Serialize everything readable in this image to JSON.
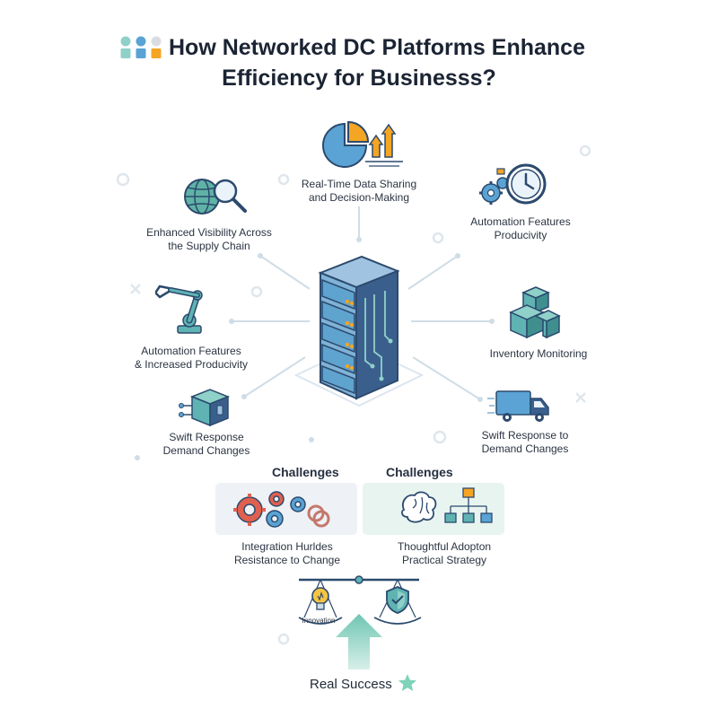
{
  "title": {
    "line1": "How Networked DC Platforms Enhance",
    "line2": "Efficiency for Businesss?"
  },
  "nodes": {
    "top_center": {
      "line1": "Real-Time Data Sharing",
      "line2": "and Decision-Making",
      "icon": "pie-chart-growth-icon"
    },
    "top_left": {
      "line1": "Enhanced Visibility Across",
      "line2": "the Supply Chain",
      "icon": "globe-magnifier-icon"
    },
    "top_right": {
      "line1": "Automation Features",
      "line2": "Producivity",
      "icon": "gears-clock-icon"
    },
    "mid_left": {
      "line1": "Automation Features",
      "line2": "& Increased Producivity",
      "icon": "robot-arm-icon"
    },
    "mid_right": {
      "line1": "Inventory Monitoring",
      "icon": "stacked-boxes-icon"
    },
    "low_left": {
      "line1": "Swift Response",
      "line2": "Demand Changes",
      "icon": "package-network-icon"
    },
    "low_right": {
      "line1": "Swift Response to",
      "line2": "Demand Changes",
      "icon": "delivery-truck-icon"
    }
  },
  "challenges": {
    "left": {
      "heading": "Challenges",
      "line1": "Integration Hurldes",
      "line2": "Resistance to Change",
      "icon": "gears-icon"
    },
    "right": {
      "heading": "Challenges",
      "line1": "Thoughtful Adopton",
      "line2": "Practical Strategy",
      "icon": "brain-org-chart-icon"
    }
  },
  "balance": {
    "innovation_label": "Innovation",
    "left_icon": "lightbulb-icon",
    "right_icon": "shield-check-icon"
  },
  "footer": {
    "label": "Real Success",
    "icon": "star-icon"
  },
  "colors": {
    "teal": "#5fb3b3",
    "blue": "#3b73b8",
    "navy": "#2c4a6e",
    "orange": "#f5a524",
    "red": "#e0604f",
    "line": "#cfdde6",
    "panel_left": "#eef1f5",
    "panel_right": "#e8f4ef"
  }
}
